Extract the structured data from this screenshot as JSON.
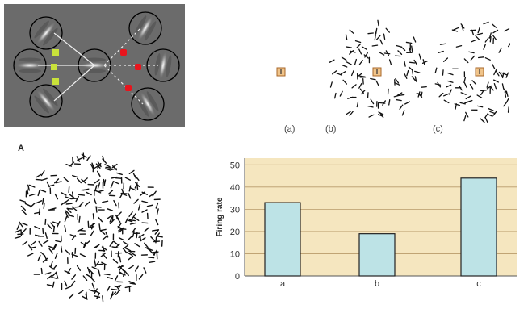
{
  "panel_A": {
    "label": "A"
  },
  "stimuli": {
    "labels": [
      "(a)",
      "(b)",
      "(c)"
    ]
  },
  "chart_data": {
    "type": "bar",
    "categories": [
      "a",
      "b",
      "c"
    ],
    "values": [
      33,
      19,
      44
    ],
    "ylabel": "Firing rate",
    "xlabel": "",
    "yticks": [
      0,
      10,
      20,
      30,
      40,
      50
    ],
    "ylim": [
      0,
      53
    ],
    "grid": true,
    "background_color": "#f5e6bf",
    "bar_color": "#bde3e6",
    "bar_edge_color": "#222222"
  },
  "colors": {
    "gabor_background": "#6b6b6b",
    "excitatory_marker": "#c9e23a",
    "inhibitory_marker": "#e8141c",
    "center_square_fill": "#f0c48a",
    "center_square_edge": "#a8672a"
  }
}
